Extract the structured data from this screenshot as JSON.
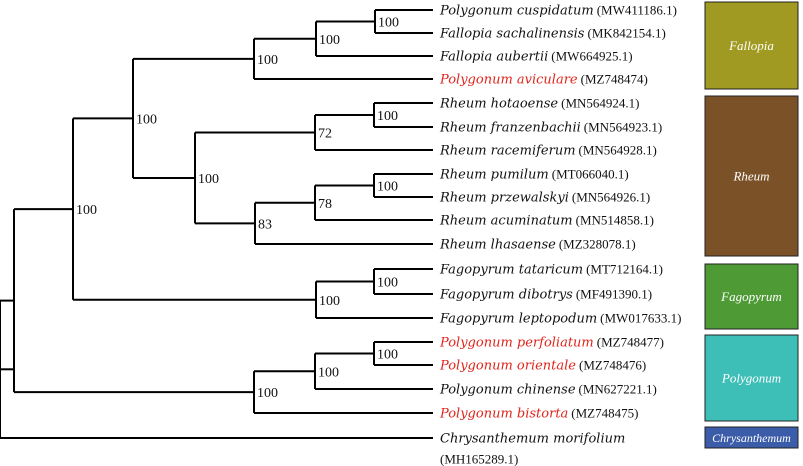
{
  "colors": {
    "highlight": "#e0241b",
    "normal": "#111111",
    "branch": "#000000"
  },
  "taxa": [
    {
      "id": "t1",
      "name": "Polygonum cuspidatum",
      "acc": "(MW411186.1)",
      "highlight": false
    },
    {
      "id": "t2",
      "name": "Fallopia sachalinensis",
      "acc": "(MK842154.1)",
      "highlight": false
    },
    {
      "id": "t3",
      "name": "Fallopia aubertii",
      "acc": "(MW664925.1)",
      "highlight": false
    },
    {
      "id": "t4",
      "name": "Polygonum aviculare",
      "acc": "(MZ748474)",
      "highlight": true
    },
    {
      "id": "t5",
      "name": "Rheum hotaoense",
      "acc": "(MN564924.1)",
      "highlight": false
    },
    {
      "id": "t6",
      "name": "Rheum franzenbachii",
      "acc": "(MN564923.1)",
      "highlight": false
    },
    {
      "id": "t7",
      "name": "Rheum racemiferum",
      "acc": "(MN564928.1)",
      "highlight": false
    },
    {
      "id": "t8",
      "name": "Rheum pumilum",
      "acc": "(MT066040.1)",
      "highlight": false
    },
    {
      "id": "t9",
      "name": "Rheum przewalskyi",
      "acc": "(MN564926.1)",
      "highlight": false
    },
    {
      "id": "t10",
      "name": "Rheum acuminatum",
      "acc": "(MN514858.1)",
      "highlight": false
    },
    {
      "id": "t11",
      "name": "Rheum lhasaense",
      "acc": "(MZ328078.1)",
      "highlight": false
    },
    {
      "id": "t12",
      "name": "Fagopyrum tataricum",
      "acc": "(MT712164.1)",
      "highlight": false
    },
    {
      "id": "t13",
      "name": "Fagopyrum dibotrys",
      "acc": "(MF491390.1)",
      "highlight": false
    },
    {
      "id": "t14",
      "name": "Fagopyrum leptopodum",
      "acc": "(MW017633.1)",
      "highlight": false
    },
    {
      "id": "t15",
      "name": "Polygonum perfoliatum",
      "acc": "(MZ748477)",
      "highlight": true
    },
    {
      "id": "t16",
      "name": "Polygonum orientale",
      "acc": "(MZ748476)",
      "highlight": true
    },
    {
      "id": "t17",
      "name": "Polygonum chinense",
      "acc": "(MN627221.1)",
      "highlight": false
    },
    {
      "id": "t18",
      "name": "Polygonum bistorta",
      "acc": "(MZ748475)",
      "highlight": true
    },
    {
      "id": "t19",
      "name": "Chrysanthemum morifolium",
      "acc": "(MH165289.1)",
      "highlight": false
    }
  ],
  "nodes": [
    {
      "id": "n1",
      "children": [
        "t1",
        "t2"
      ],
      "support": "100"
    },
    {
      "id": "n2",
      "children": [
        "n1",
        "t3"
      ],
      "support": "100"
    },
    {
      "id": "n3",
      "children": [
        "n2",
        "t4"
      ],
      "support": "100"
    },
    {
      "id": "n4",
      "children": [
        "t5",
        "t6"
      ],
      "support": "100"
    },
    {
      "id": "n5",
      "children": [
        "n4",
        "t7"
      ],
      "support": "72"
    },
    {
      "id": "n6",
      "children": [
        "t8",
        "t9"
      ],
      "support": "100"
    },
    {
      "id": "n7",
      "children": [
        "n6",
        "t10"
      ],
      "support": "78"
    },
    {
      "id": "n8",
      "children": [
        "n7",
        "t11"
      ],
      "support": "83"
    },
    {
      "id": "n9",
      "children": [
        "n5",
        "n8"
      ],
      "support": "100"
    },
    {
      "id": "n10",
      "children": [
        "n3",
        "n9"
      ],
      "support": "100"
    },
    {
      "id": "n11",
      "children": [
        "t12",
        "t13"
      ],
      "support": "100"
    },
    {
      "id": "n12",
      "children": [
        "n11",
        "t14"
      ],
      "support": "100"
    },
    {
      "id": "n13",
      "children": [
        "n10",
        "n12"
      ],
      "support": "100"
    },
    {
      "id": "n14",
      "children": [
        "t15",
        "t16"
      ],
      "support": "100"
    },
    {
      "id": "n15",
      "children": [
        "n14",
        "t17"
      ],
      "support": "100"
    },
    {
      "id": "n16",
      "children": [
        "n15",
        "t18"
      ],
      "support": "100"
    },
    {
      "id": "n17",
      "children": [
        "n13",
        "n16"
      ],
      "support": ""
    },
    {
      "id": "root",
      "children": [
        "n17",
        "t19"
      ],
      "support": ""
    }
  ],
  "groups": [
    {
      "id": "fallopia",
      "label": "Fallopia",
      "color": "#a19a22",
      "from": "t1",
      "to": "t4"
    },
    {
      "id": "rheum",
      "label": "Rheum",
      "color": "#7b5227",
      "from": "t5",
      "to": "t11"
    },
    {
      "id": "fagopyrum",
      "label": "Fagopyrum",
      "color": "#4e9a34",
      "from": "t12",
      "to": "t14"
    },
    {
      "id": "polygonum",
      "label": "Polygonum",
      "color": "#3dbfb8",
      "from": "t15",
      "to": "t18"
    },
    {
      "id": "chrysanthemum",
      "label": "Chrysanthemum",
      "color": "#3b5ca8",
      "from": "t19",
      "to": "t19"
    }
  ]
}
